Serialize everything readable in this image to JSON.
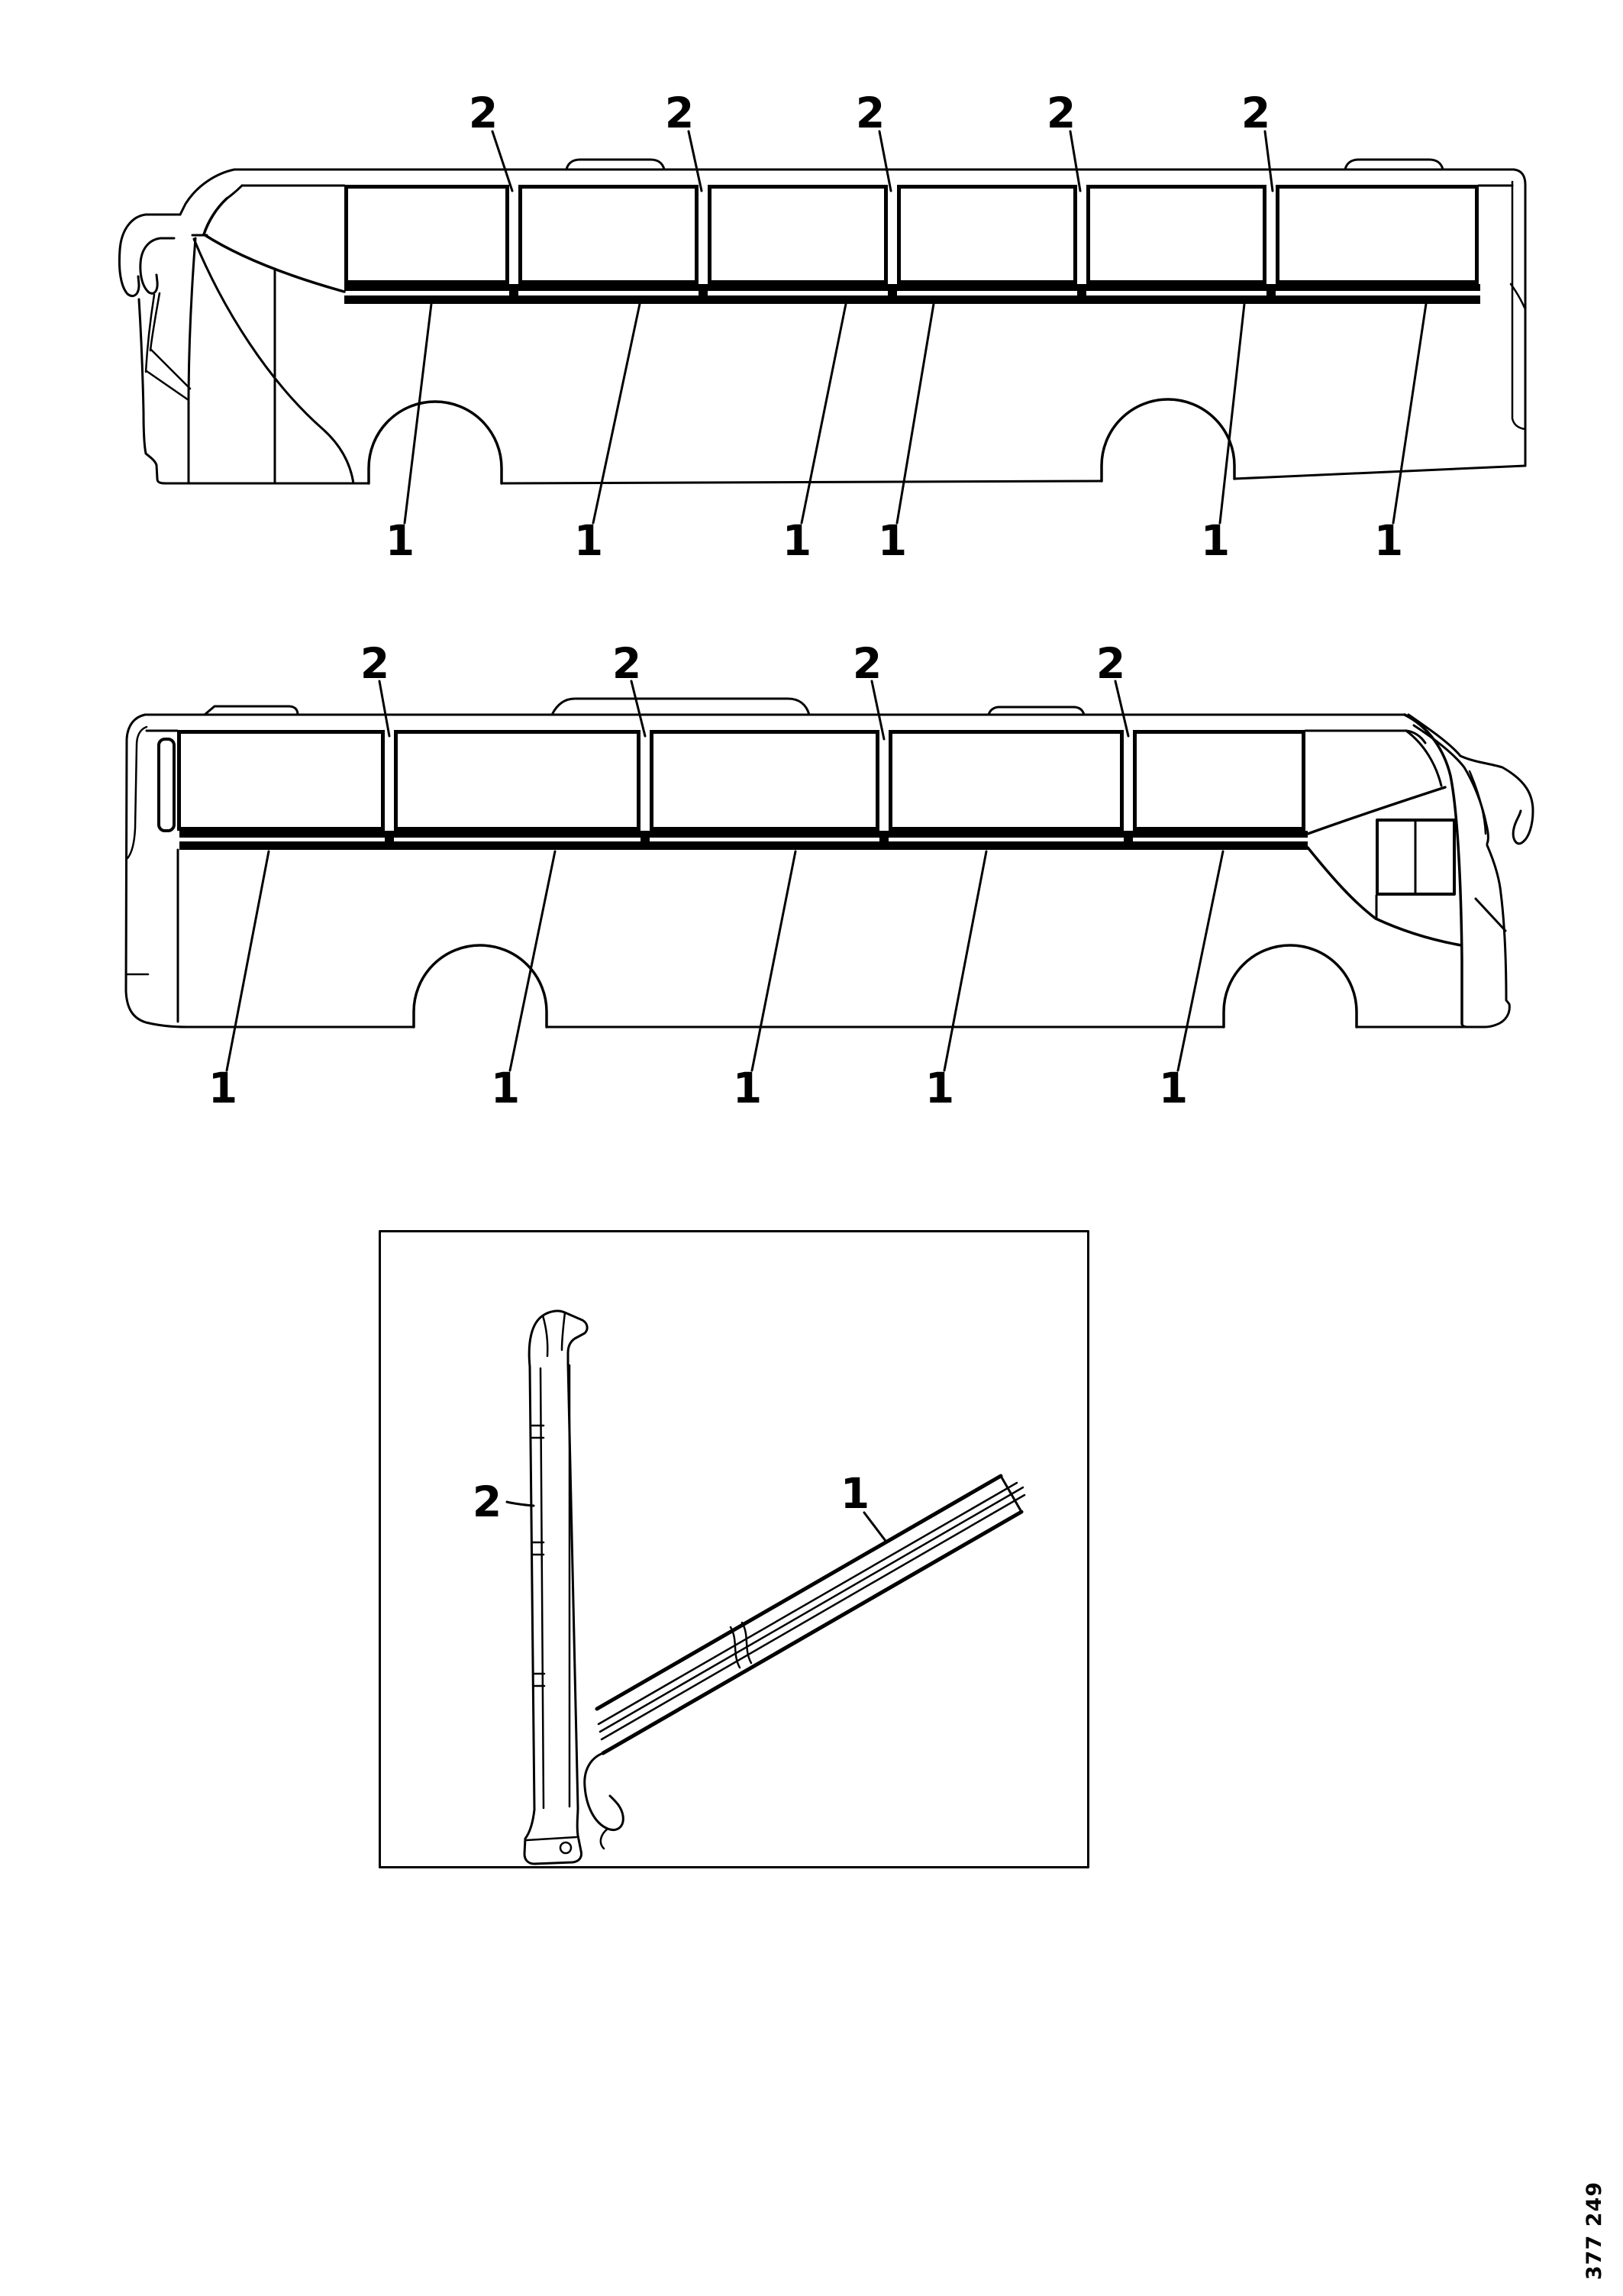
{
  "figure": {
    "figure_number": "377 249",
    "background_color": "#ffffff",
    "line_color": "#000000"
  },
  "views": [
    {
      "name": "side-view-left",
      "pillar_labels": [
        "2",
        "2",
        "2",
        "2",
        "2"
      ],
      "rail_labels": [
        "1",
        "1",
        "1",
        "1",
        "1",
        "1"
      ]
    },
    {
      "name": "side-view-right",
      "pillar_labels": [
        "2",
        "2",
        "2",
        "2"
      ],
      "rail_labels": [
        "1",
        "1",
        "1",
        "1",
        "1"
      ]
    },
    {
      "name": "detail-view",
      "pillar_label": "2",
      "rail_label": "1"
    }
  ]
}
